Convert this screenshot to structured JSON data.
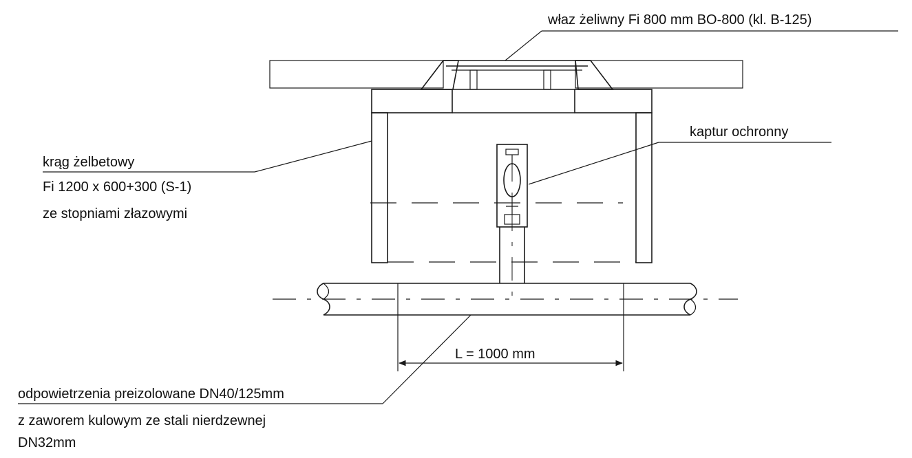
{
  "labels": {
    "manhole_cover": "właz żeliwny Fi 800 mm BO-800 (kl. B-125)",
    "protective_hood": "kaptur ochronny",
    "ring_line1": "krąg żelbetowy",
    "ring_line2": "Fi 1200 x 600+300 (S-1)",
    "ring_line3": "ze stopniami złazowymi",
    "vent_line1": "odpowietrzenia preizolowane DN40/125mm",
    "vent_line2": "z zaworem kulowym ze stali nierdzewnej",
    "vent_line3": "DN32mm"
  },
  "dimension": {
    "length_label": "L = 1000 mm"
  }
}
